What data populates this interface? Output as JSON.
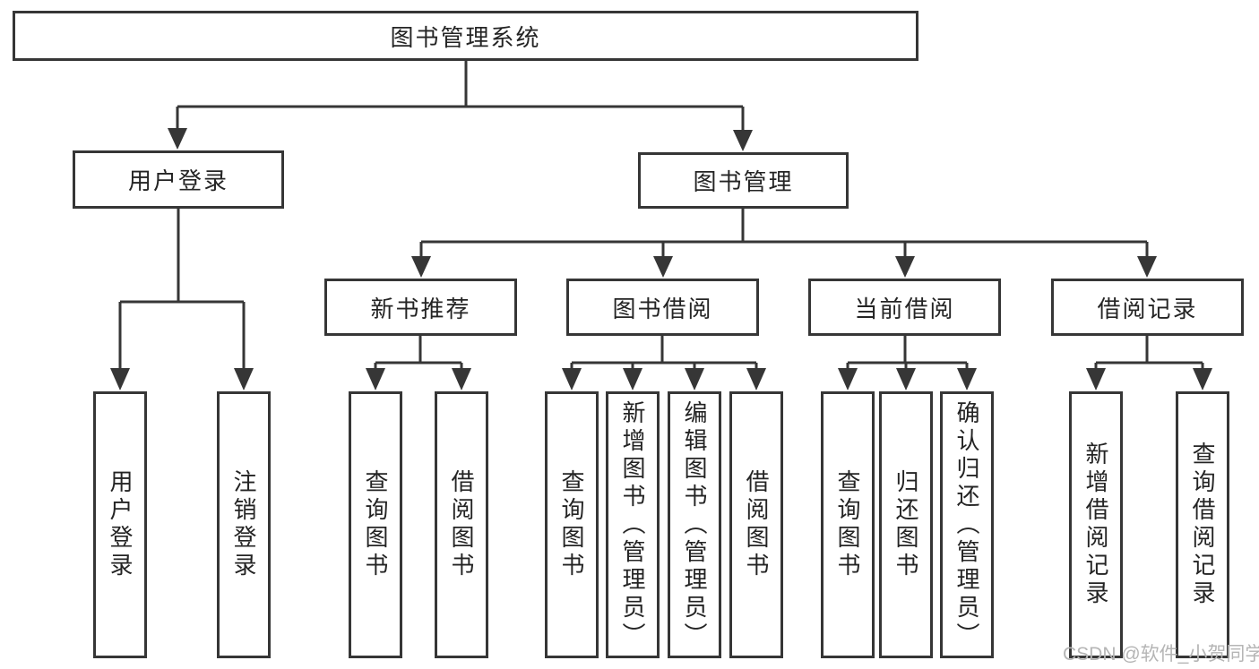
{
  "diagram_title": "图书管理系统",
  "nodes": {
    "root": {
      "label": "图书管理系统"
    },
    "user_login": {
      "label": "用户登录"
    },
    "book_mgmt": {
      "label": "图书管理"
    },
    "new_book_rec": {
      "label": "新书推荐"
    },
    "book_borrow": {
      "label": "图书借阅"
    },
    "current_borrow": {
      "label": "当前借阅"
    },
    "borrow_records": {
      "label": "借阅记录"
    },
    "leaf_user_login": {
      "label": "用户登录"
    },
    "leaf_logout": {
      "label": "注销登录"
    },
    "nbr_query": {
      "label": "查询图书"
    },
    "nbr_borrow": {
      "label": "借阅图书"
    },
    "bb_query": {
      "label": "查询图书"
    },
    "bb_add": {
      "label": "新增图书（管理员）"
    },
    "bb_edit": {
      "label": "编辑图书（管理员）"
    },
    "bb_borrow": {
      "label": "借阅图书"
    },
    "cb_query": {
      "label": "查询图书"
    },
    "cb_return": {
      "label": "归还图书"
    },
    "cb_confirm": {
      "label": "确认归还（管理员）"
    },
    "br_add": {
      "label": "新增借阅记录"
    },
    "br_query": {
      "label": "查询借阅记录"
    }
  },
  "edges": [
    {
      "from": "图书管理系统",
      "to": "用户登录"
    },
    {
      "from": "图书管理系统",
      "to": "图书管理"
    },
    {
      "from": "用户登录",
      "to": "用户登录"
    },
    {
      "from": "用户登录",
      "to": "注销登录"
    },
    {
      "from": "图书管理",
      "to": "新书推荐"
    },
    {
      "from": "图书管理",
      "to": "图书借阅"
    },
    {
      "from": "图书管理",
      "to": "当前借阅"
    },
    {
      "from": "图书管理",
      "to": "借阅记录"
    },
    {
      "from": "新书推荐",
      "to": "查询图书"
    },
    {
      "from": "新书推荐",
      "to": "借阅图书"
    },
    {
      "from": "图书借阅",
      "to": "查询图书"
    },
    {
      "from": "图书借阅",
      "to": "新增图书（管理员）"
    },
    {
      "from": "图书借阅",
      "to": "编辑图书（管理员）"
    },
    {
      "from": "图书借阅",
      "to": "借阅图书"
    },
    {
      "from": "当前借阅",
      "to": "查询图书"
    },
    {
      "from": "当前借阅",
      "to": "归还图书"
    },
    {
      "from": "当前借阅",
      "to": "确认归还（管理员）"
    },
    {
      "from": "借阅记录",
      "to": "新增借阅记录"
    },
    {
      "from": "借阅记录",
      "to": "查询借阅记录"
    }
  ],
  "watermark": "CSDN @软件_小贺同学",
  "colors": {
    "line": "#363636",
    "box_background": "#ffffff",
    "text": "#242424",
    "watermark": "#b5b5b5"
  }
}
